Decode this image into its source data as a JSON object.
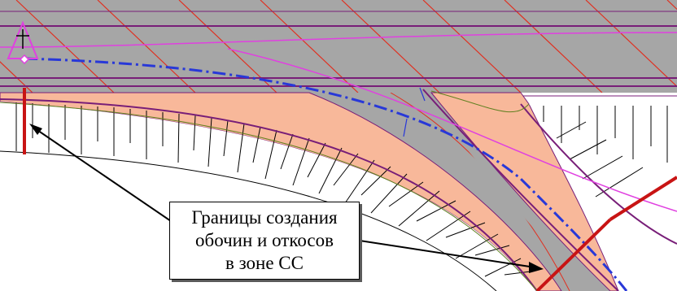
{
  "callout": {
    "lines": [
      "Границы создания",
      "обочин и откосов",
      "в зоне СС"
    ]
  },
  "colors": {
    "road_surface": "#a6a6a6",
    "shoulder_fill": "#f8b89a",
    "axis_line": "#2838d8",
    "boundary_line": "#c81414",
    "hatch_line": "#e03020",
    "outline_line": "#781e78",
    "magenta_line": "#e040e0",
    "slope_edge": "#608020"
  },
  "icons": {
    "start_marker": "triangle-marker-icon",
    "axis_vertex": "diamond-vertex-icon"
  }
}
